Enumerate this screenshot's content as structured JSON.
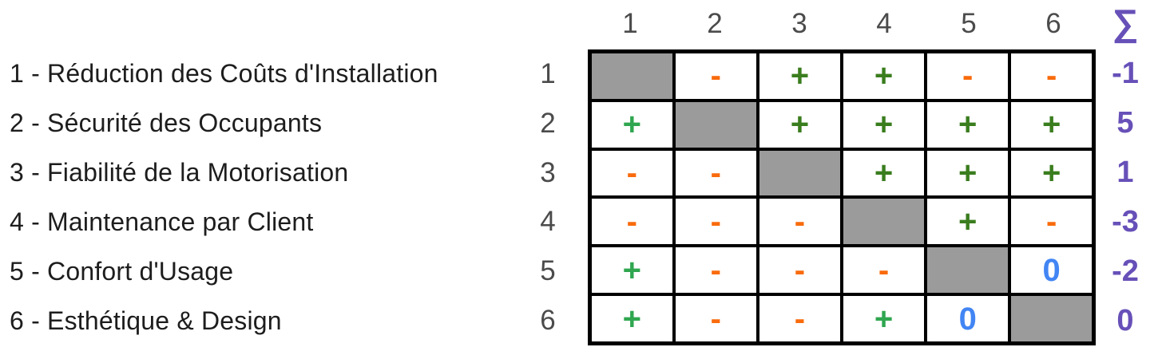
{
  "chart_data": {
    "type": "table",
    "title": "",
    "criteria": [
      "1 - Réduction des Coûts d'Installation",
      "2 - Sécurité des Occupants",
      "3 - Fiabilité de la Motorisation",
      "4 - Maintenance par Client",
      "5 - Confort d'Usage",
      "6 - Esthétique & Design"
    ],
    "column_headers": [
      "1",
      "2",
      "3",
      "4",
      "5",
      "6"
    ],
    "row_headers": [
      "1",
      "2",
      "3",
      "4",
      "5",
      "6"
    ],
    "sum_symbol": "∑",
    "symbols": {
      "plus_dark": "+",
      "plus_light": "+",
      "minus": "-",
      "zero": "0",
      "diag": ""
    },
    "rows": [
      {
        "cells": [
          "diag",
          "minus",
          "plus_dark",
          "plus_dark",
          "minus",
          "minus"
        ],
        "sum": "-1"
      },
      {
        "cells": [
          "plus_light",
          "diag",
          "plus_dark",
          "plus_dark",
          "plus_dark",
          "plus_dark"
        ],
        "sum": "5"
      },
      {
        "cells": [
          "minus",
          "minus",
          "diag",
          "plus_dark",
          "plus_dark",
          "plus_dark"
        ],
        "sum": "1"
      },
      {
        "cells": [
          "minus",
          "minus",
          "minus",
          "diag",
          "plus_dark",
          "minus"
        ],
        "sum": "-3"
      },
      {
        "cells": [
          "plus_light",
          "minus",
          "minus",
          "minus",
          "diag",
          "zero"
        ],
        "sum": "-2"
      },
      {
        "cells": [
          "plus_light",
          "minus",
          "minus",
          "plus_light",
          "zero",
          "diag"
        ],
        "sum": "0"
      }
    ],
    "row_sums_numeric": [
      -1,
      5,
      1,
      -3,
      -2,
      0
    ]
  },
  "colors": {
    "plus_dark": "#3a7d1e",
    "plus_light": "#2fa64f",
    "minus": "#f96b0c",
    "zero": "#4285f4",
    "sum": "#6750b8",
    "diagonal": "#9b9b9b",
    "grid_border": "#000000",
    "index_text": "#4b4b4b",
    "label_text": "#1d1d1d"
  }
}
